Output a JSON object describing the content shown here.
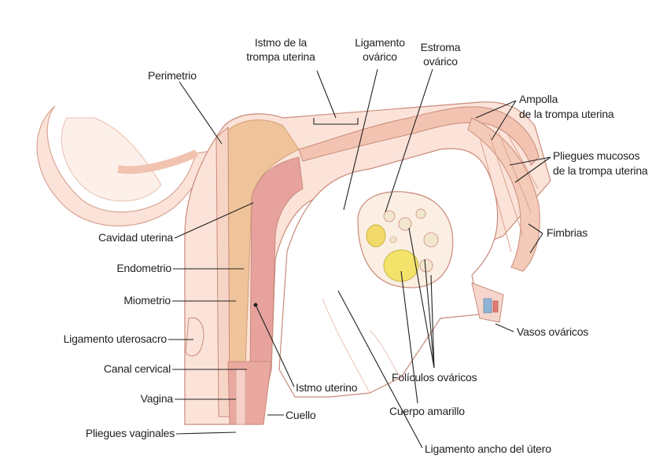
{
  "colors": {
    "tissue_light": "#fbe3d9",
    "tissue_mid": "#f2c3b1",
    "tissue_dark": "#e6a48e",
    "outline": "#c98b7a",
    "cavity": "#e7a29d",
    "myometrium": "#f0c49a",
    "ligament": "#ffffff",
    "corpus_luteum": "#f3e36b",
    "follicle": "#f3e6cf",
    "vessel_blue": "#8fb4d6",
    "leader": "#222222"
  },
  "labels": {
    "perimetrio": "Perimetrio",
    "istmo_trompa_1": "Istmo de la",
    "istmo_trompa_2": "trompa uterina",
    "lig_ovarico_1": "Ligamento",
    "lig_ovarico_2": "ovárico",
    "estroma_1": "Estroma",
    "estroma_2": "ovárico",
    "ampolla_1": "Ampolla",
    "ampolla_2": "de la trompa uterina",
    "pliegues_mucosos_1": "Pliegues mucosos",
    "pliegues_mucosos_2": "de la trompa uterina",
    "fimbrias": "Fimbrias",
    "cavidad": "Cavidad uterina",
    "endometrio": "Endometrio",
    "miometrio": "Miometrio",
    "lig_uterosacro": "Ligamento uterosacro",
    "canal_cervical": "Canal cervical",
    "vagina": "Vagina",
    "pliegues_vaginales": "Pliegues vaginales",
    "istmo_uterino": "Istmo uterino",
    "cuello": "Cuello",
    "cuerpo_amarillo": "Cuerpo amarillo",
    "foliculos": "Folículos ováricos",
    "vasos": "Vasos ováricos",
    "lig_ancho": "Ligamento ancho del útero"
  }
}
